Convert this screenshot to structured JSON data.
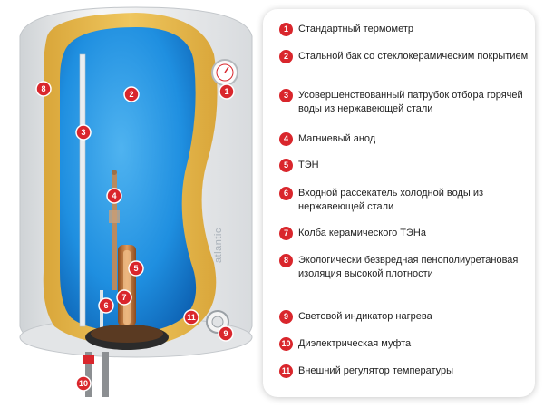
{
  "brand": "atlantic",
  "colors": {
    "callout_red": "#d9262c",
    "tank_blue": "#1f8fe0",
    "insulation_yellow": "#e8b84a",
    "shell_white": "#f2f2f2"
  },
  "legend": [
    {
      "num": "1",
      "text": "Стандартный термометр"
    },
    {
      "num": "2",
      "text": "Стальной бак со стеклокерамическим покрытием"
    },
    {
      "num": "3",
      "text": "Усовершенствованный патрубок отбора горячей воды из нержавеющей стали"
    },
    {
      "num": "4",
      "text": "Магниевый анод"
    },
    {
      "num": "5",
      "text": "ТЭН"
    },
    {
      "num": "6",
      "text": "Входной рассекатель холодной воды из нержавеющей стали"
    },
    {
      "num": "7",
      "text": "Колба керамического ТЭНа"
    },
    {
      "num": "8",
      "text": "Экологически безвредная пенополиуретановая изоляция высокой плотности"
    },
    {
      "num": "9",
      "text": "Световой индикатор нагрева"
    },
    {
      "num": "10",
      "text": "Диэлектрическая муфта"
    },
    {
      "num": "11",
      "text": "Внешний регулятор температуры"
    }
  ]
}
